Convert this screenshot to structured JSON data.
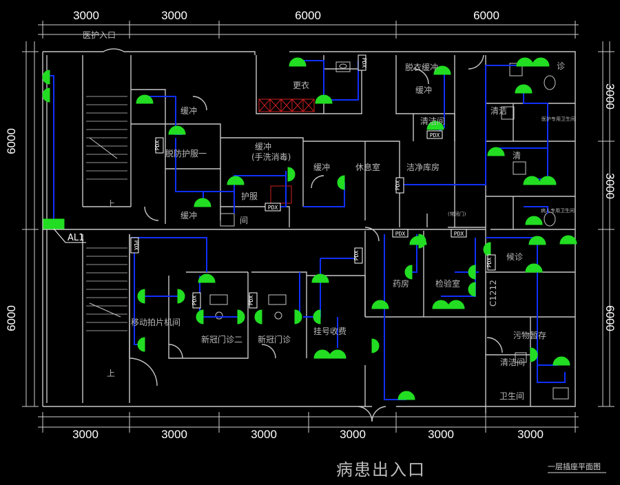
{
  "drawing": {
    "title": "一层插座平面图",
    "main_entrance": "病患出入口",
    "staff_entrance": "医护入口",
    "panel_label": "AL1",
    "colors": {
      "wall": "#c8c8c8",
      "circuit": "#1030ff",
      "outlet": "#22dd22",
      "background": "#000000"
    }
  },
  "dimensions": {
    "top": [
      "3000",
      "3000",
      "6000",
      "6000"
    ],
    "bottom": [
      "3000",
      "3000",
      "3000",
      "3000",
      "3000",
      "3000"
    ],
    "left": [
      "6000",
      "6000"
    ],
    "right": [
      "3000",
      "3000",
      "6000"
    ]
  },
  "rooms": {
    "changing": "更衣",
    "undress_buffer": "脱衣缓冲",
    "buffer_1": "缓冲",
    "clean_room": "清洁间",
    "buffer_2": "缓冲",
    "protective_gown": "脱防护服一",
    "buffer_wash": "缓冲",
    "hand_wash": "(手洗消毒)",
    "buffer_3": "缓冲",
    "lounge": "休息室",
    "clean_storage": "洁净库房",
    "protective_2": "护服",
    "buffer_4": "缓冲",
    "station": "间",
    "often_door": "(常闭门)",
    "mobile_xray": "移动拍片机间",
    "fever_clinic_2": "新冠门诊二",
    "fever_clinic_1": "新冠门诊",
    "registration": "挂号收费",
    "pharmacy": "药房",
    "lab": "检验室",
    "waste": "污物暂存",
    "clean_room_2": "清洁间",
    "toilet": "卫生间",
    "waiting": "候诊",
    "diagnosis": "诊",
    "clean_3": "清洁",
    "staff_toilet": "医护专用卫生间",
    "patient_toilet": "病人专用卫生间",
    "up_1": "上",
    "up_2": "上",
    "door_code": "C1212",
    "clean_4": "清"
  },
  "panels": [
    "PDX",
    "PDX",
    "PDX",
    "PDX",
    "PDX",
    "PDX",
    "PDX",
    "PDX",
    "PDX",
    "PDX",
    "PDX",
    "PDX"
  ]
}
